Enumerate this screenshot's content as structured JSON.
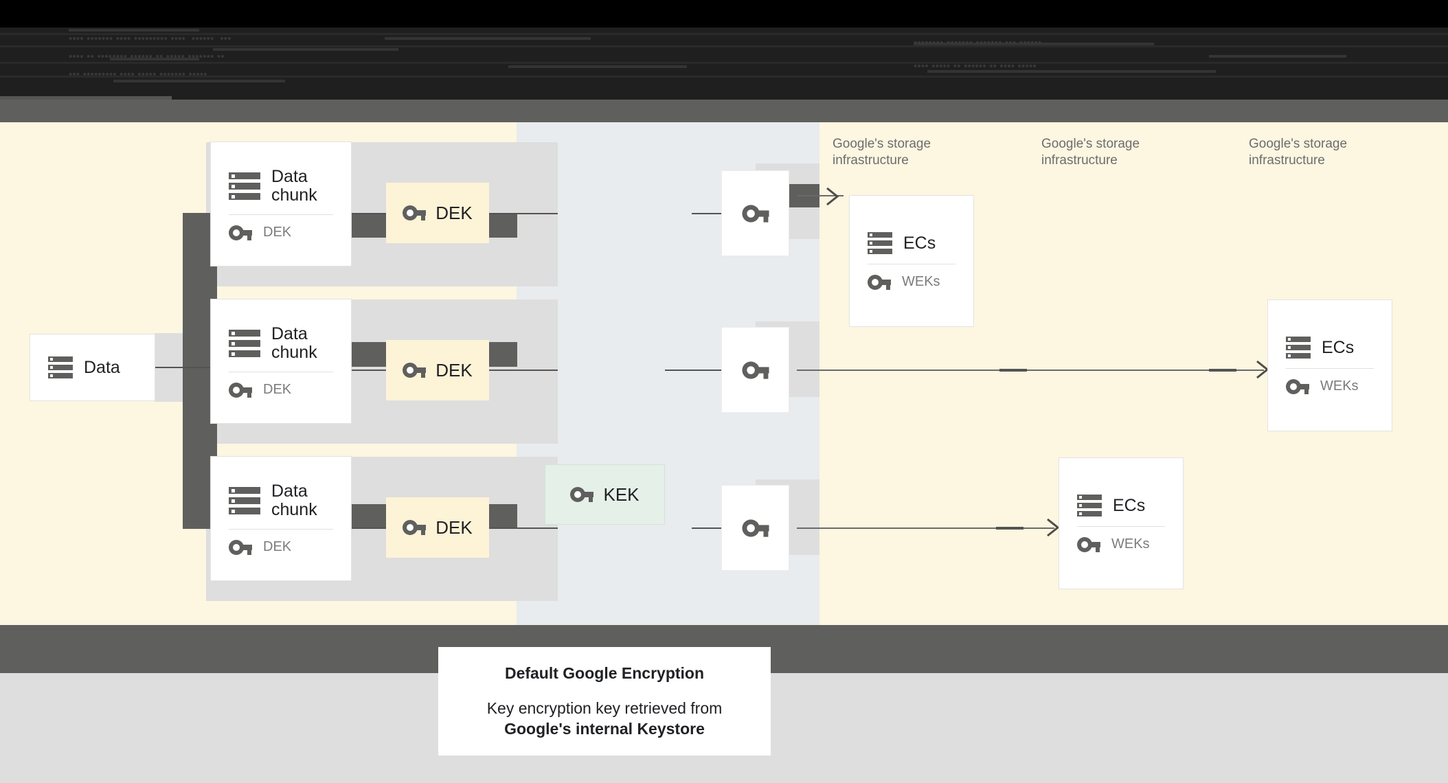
{
  "header": {
    "note": "obscured-dark-text-band",
    "lines": [
      "•••• ••••••• •••• ••••••••• ••••  ••••••  •••",
      "•••• •• •••••••• •••••• •• ••••• ••••••• ••",
      "••• ••••••••• •••• ••••• ••••••• •••••"
    ],
    "right_lines": [
      "•••••••• ••••••• ••••••• ••• ••••••",
      "•••• ••••• •• •••••• •• •••• •••••"
    ]
  },
  "diagram": {
    "colors": {
      "background_cream": "#fdf6e1",
      "panel_blue_gray": "#e8ecee",
      "dark_gray": "#5f5f5e",
      "band_gray": "#dedede",
      "dek_chip": "#fdf3d6",
      "kek_chip": "#e4f0e8",
      "card_white": "#ffffff",
      "text_dark": "#202124",
      "text_muted": "#7b7b7b"
    },
    "source": {
      "label": "Data",
      "icon": "server-icon"
    },
    "chunks": [
      {
        "title": "Data\nchunk",
        "key_label": "DEK",
        "icon": "server-icon",
        "key_icon": "key-icon"
      },
      {
        "title": "Data\nchunk",
        "key_label": "DEK",
        "icon": "server-icon",
        "key_icon": "key-icon"
      },
      {
        "title": "Data\nchunk",
        "key_label": "DEK",
        "icon": "server-icon",
        "key_icon": "key-icon"
      }
    ],
    "dek_chips": [
      {
        "label": "DEK",
        "icon": "key-icon"
      },
      {
        "label": "DEK",
        "icon": "key-icon"
      },
      {
        "label": "DEK",
        "icon": "key-icon"
      }
    ],
    "kek": {
      "label": "KEK",
      "icon": "key-icon"
    },
    "wrapped_keys": [
      {
        "icon": "key-icon"
      },
      {
        "icon": "key-icon"
      },
      {
        "icon": "key-icon"
      }
    ],
    "storage_sections": [
      {
        "title": "Google's storage\ninfrastructure"
      },
      {
        "title": "Google's storage\ninfrastructure"
      },
      {
        "title": "Google's storage\ninfrastructure"
      }
    ],
    "ec_cards": [
      {
        "title": "ECs",
        "key_label": "WEKs",
        "icon": "server-icon",
        "key_icon": "key-icon"
      },
      {
        "title": "ECs",
        "key_label": "WEKs",
        "icon": "server-icon",
        "key_icon": "key-icon"
      },
      {
        "title": "ECs",
        "key_label": "WEKs",
        "icon": "server-icon",
        "key_icon": "key-icon"
      }
    ]
  },
  "caption": {
    "title": "Default Google Encryption",
    "body_prefix": "Key encryption key retrieved from",
    "body_bold": "Google's internal Keystore"
  }
}
